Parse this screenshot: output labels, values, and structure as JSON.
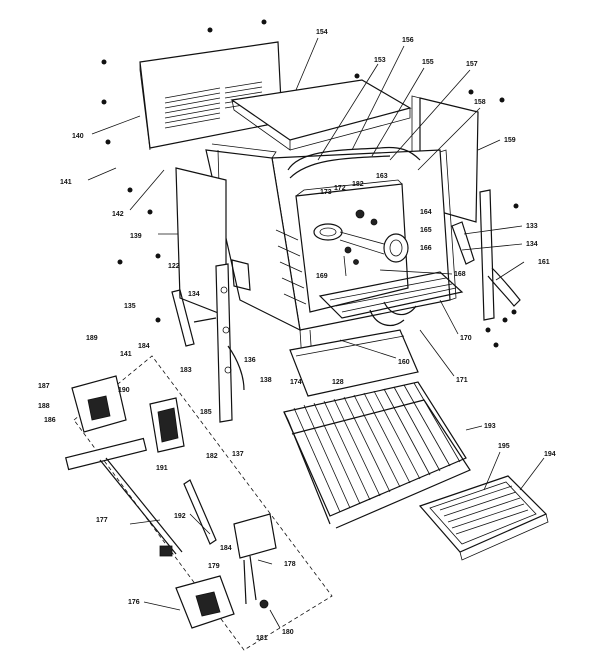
{
  "diagram": {
    "part_numbers": [
      "154",
      "156",
      "153",
      "155",
      "157",
      "158",
      "159",
      "140",
      "141",
      "142",
      "139",
      "173",
      "172",
      "182",
      "163",
      "164",
      "165",
      "166",
      "168",
      "169",
      "133",
      "134",
      "161",
      "122",
      "134",
      "135",
      "136",
      "128",
      "174",
      "160",
      "171",
      "170",
      "138",
      "137",
      "189",
      "184",
      "141",
      "183",
      "187",
      "188",
      "186",
      "190",
      "185",
      "191",
      "182",
      "192",
      "177",
      "184",
      "179",
      "178",
      "176",
      "181",
      "180",
      "193",
      "195",
      "194"
    ]
  }
}
